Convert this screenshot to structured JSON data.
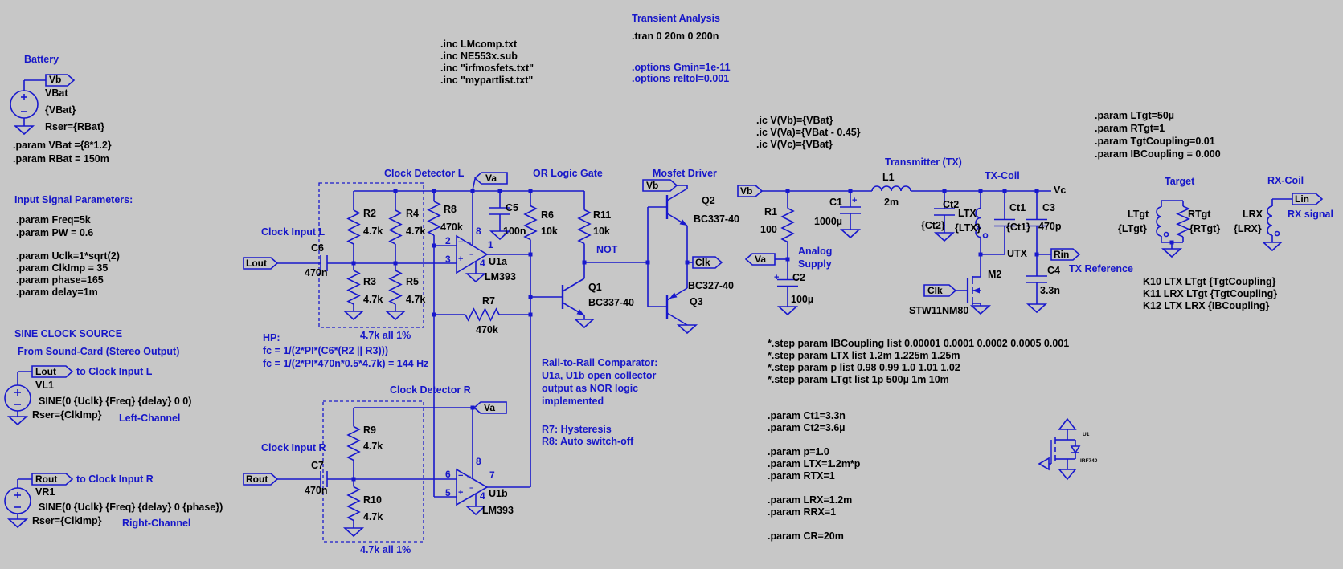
{
  "colors": {
    "background": "#c7c7c7",
    "wire_blue": "#1818cc",
    "comment_blue": "#1616c8",
    "directive_black": "#000000"
  },
  "directives": {
    "includes": [
      ".inc LMcomp.txt",
      ".inc NE553x.sub",
      ".inc \"irfmosfets.txt\"",
      ".inc \"mypartlist.txt\""
    ],
    "transient_title": "Transient Analysis",
    "tran": ".tran 0 20m 0 200n",
    "options": [
      ".options Gmin=1e-11",
      ".options reltol=0.001"
    ],
    "battery_params": [
      ".param VBat ={8*1.2}",
      ".param RBat = 150m"
    ],
    "input_signal_heading": "Input Signal Parameters:",
    "input_params_1": [
      ".param Freq=5k",
      ".param PW = 0.6"
    ],
    "input_params_2": [
      ".param Uclk=1*sqrt(2)",
      ".param ClkImp = 35",
      ".param phase=165",
      ".param delay=1m"
    ],
    "initial_conditions": [
      ".ic V(Vb)={VBat}",
      ".ic V(Va)={VBat - 0.45}",
      ".ic V(Vc)={VBat}"
    ],
    "target_params": [
      ".param LTgt=50µ",
      ".param RTgt=1",
      ".param TgtCoupling=0.01",
      ".param IBCoupling = 0.000"
    ],
    "coupling": [
      "K10 LTX LTgt {TgtCoupling}",
      "K11 LRX LTgt {TgtCoupling}",
      "K12 LTX LRX {IBCoupling}"
    ],
    "bottom_block": [
      "*.step param IBCoupling list 0.00001 0.0001 0.0002 0.0005 0.001",
      "*.step param LTX list 1.2m 1.225m 1.25m",
      "*.step param p list 0.98 0.99 1.0 1.01 1.02",
      "*.step param LTgt list 1p 500µ 1m 10m",
      "",
      "",
      ".param Ct1=3.3n",
      ".param Ct2=3.6µ",
      "",
      ".param p=1.0",
      ".param LTX=1.2m*p",
      ".param RTX=1",
      "",
      ".param LRX=1.2m",
      ".param RRX=1",
      "",
      ".param CR=20m"
    ]
  },
  "comments": {
    "battery": "Battery",
    "sine_clock_source": "SINE CLOCK SOURCE",
    "from_sound_card": "From Sound-Card (Stereo Output)",
    "to_clock_input_l": "to Clock Input L",
    "to_clock_input_r": "to Clock Input R",
    "left_channel": "Left-Channel",
    "right_channel": "Right-Channel",
    "clock_input_l": "Clock Input L",
    "clock_input_r": "Clock Input R",
    "clock_detector_l": "Clock Detector L",
    "clock_detector_r": "Clock Detector R",
    "tol_note_l": "4.7k all 1%",
    "tol_note_r": "4.7k all 1%",
    "hp": [
      "HP:",
      "fc = 1/(2*PI*(C6*(R2 || R3)))",
      "fc = 1/(2*PI*470n*0.5*4.7k) = 144 Hz"
    ],
    "or_logic": "OR Logic Gate",
    "not_label": "NOT",
    "mosfet_driver": "Mosfet Driver",
    "rail_note": [
      "Rail-to-Rail Comparator:",
      "U1a, U1b open collector",
      "output as NOR logic",
      "implemented"
    ],
    "r7r8_note": [
      "R7: Hysteresis",
      "R8: Auto switch-off"
    ],
    "transmitter": "Transmitter (TX)",
    "tx_coil": "TX-Coil",
    "analog_supply": [
      "Analog",
      "Supply"
    ],
    "tx_reference": "TX Reference",
    "target": "Target",
    "rx_coil": "RX-Coil",
    "rx_signal": "RX signal"
  },
  "ports": {
    "vb_battery": "Vb",
    "lout_src": "Lout",
    "rout_src": "Rout",
    "lout_in": "Lout",
    "rout_in": "Rout",
    "va_l": "Va",
    "va_r": "Va",
    "vb_driver": "Vb",
    "clk_out": "Clk",
    "vb_tx": "Vb",
    "va_tx": "Va",
    "clk_gate": "Clk",
    "rin": "Rin",
    "lin": "Lin"
  },
  "nets": {
    "vc": "Vc",
    "utx": "UTX"
  },
  "pins": {
    "u1a": [
      "2",
      "3",
      "1",
      "8",
      "4"
    ],
    "u1b": [
      "6",
      "5",
      "7",
      "8",
      "4"
    ]
  },
  "symbols": {
    "plus": "+",
    "minus": "−"
  },
  "components": {
    "vbat": {
      "ref": "VBat",
      "value": "{VBat}",
      "extra": "Rser={RBat}"
    },
    "vl1": {
      "ref": "VL1",
      "value": "SINE(0 {Uclk} {Freq} {delay} 0 0)",
      "extra": "Rser={ClkImp}"
    },
    "vr1": {
      "ref": "VR1",
      "value": "SINE(0 {Uclk} {Freq} {delay} 0 {phase})",
      "extra": "Rser={ClkImp}"
    },
    "c6": {
      "ref": "C6",
      "value": "470n"
    },
    "c7": {
      "ref": "C7",
      "value": "470n"
    },
    "r2": {
      "ref": "R2",
      "value": "4.7k"
    },
    "r3": {
      "ref": "R3",
      "value": "4.7k"
    },
    "r4": {
      "ref": "R4",
      "value": "4.7k"
    },
    "r5": {
      "ref": "R5",
      "value": "4.7k"
    },
    "r8": {
      "ref": "R8",
      "value": "470k"
    },
    "r7": {
      "ref": "R7",
      "value": "470k"
    },
    "c5": {
      "ref": "C5",
      "value": "100n"
    },
    "r6": {
      "ref": "R6",
      "value": "10k"
    },
    "r11": {
      "ref": "R11",
      "value": "10k"
    },
    "r9": {
      "ref": "R9",
      "value": "4.7k"
    },
    "r10": {
      "ref": "R10",
      "value": "4.7k"
    },
    "u1a": {
      "ref": "U1a",
      "value": "LM393"
    },
    "u1b": {
      "ref": "U1b",
      "value": "LM393"
    },
    "q1": {
      "ref": "Q1",
      "value": "BC337-40"
    },
    "q2": {
      "ref": "Q2",
      "value": "BC337-40"
    },
    "q3": {
      "ref": "Q3",
      "value": "BC327-40"
    },
    "r1": {
      "ref": "R1",
      "value": "100"
    },
    "c1": {
      "ref": "C1",
      "value": "1000µ"
    },
    "c2": {
      "ref": "C2",
      "value": "100µ"
    },
    "l1": {
      "ref": "L1",
      "value": "2m"
    },
    "ct2": {
      "ref": "Ct2",
      "value": "{Ct2}"
    },
    "ltx": {
      "ref": "LTX",
      "value": "{LTX}"
    },
    "ct1": {
      "ref": "Ct1",
      "value": "{Ct1}"
    },
    "c3": {
      "ref": "C3",
      "value": "470p"
    },
    "c4": {
      "ref": "C4",
      "value": "3.3n"
    },
    "m2": {
      "ref": "M2",
      "value": "STW11NM80"
    },
    "ltgt": {
      "ref": "LTgt",
      "value": "{LTgt}"
    },
    "rtgt": {
      "ref": "RTgt",
      "value": "{RTgt}"
    },
    "lrx": {
      "ref": "LRX",
      "value": "{LRX}"
    },
    "u1_mini": {
      "ref": "U1",
      "value": "IRF740"
    }
  }
}
